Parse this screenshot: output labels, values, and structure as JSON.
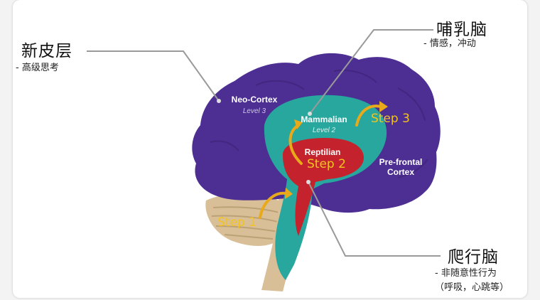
{
  "callouts": {
    "neocortex_cn": {
      "title": "新皮层",
      "desc": "- 高级思考"
    },
    "mammalian_cn": {
      "title": "哺乳脑",
      "desc": "- 情感，冲动"
    },
    "reptilian_cn": {
      "title": "爬行脑",
      "desc_line1": "- 非随意性行为",
      "desc_line2": "（呼吸，心跳等）"
    }
  },
  "brain_labels": {
    "neocortex": "Neo-Cortex",
    "neocortex_level": "Level 3",
    "mammalian": "Mammalian",
    "mammalian_level": "Level 2",
    "reptilian": "Reptilian",
    "prefrontal_1": "Pre-frontal",
    "prefrontal_2": "Cortex"
  },
  "steps": {
    "step1": "Step 1",
    "step2": "Step 2",
    "step3": "Step 3"
  },
  "colors": {
    "neocortex": "#4d2e93",
    "mammalian": "#27a79e",
    "reptilian": "#c4232d",
    "cerebellum": "#d8bf97",
    "step_text": "#f3c321",
    "arrow": "#e8a91a"
  }
}
